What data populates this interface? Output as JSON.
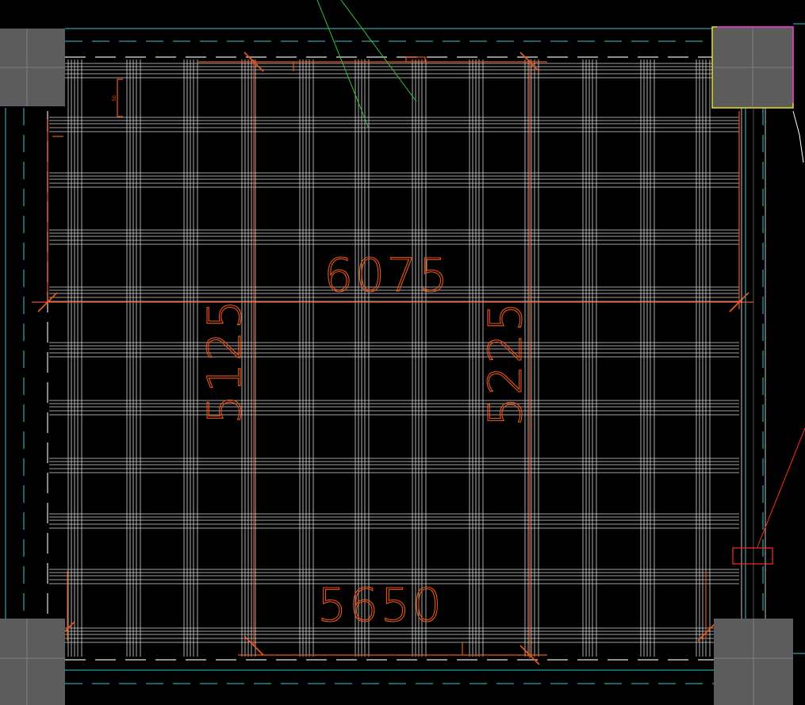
{
  "drawing": {
    "dimensions": {
      "top_width": "6075",
      "bottom_width": "5650",
      "left_height": "5125",
      "right_height": "5225",
      "small_tag": "50"
    },
    "colors": {
      "background": "#000000",
      "rebar": "#d8d8d8",
      "dimension": "#e8561a",
      "axis": "#35c9d6",
      "column": "#5c5c5c",
      "leader_green": "#2ec43a",
      "selection_magenta": "#e020e0",
      "selection_yellow": "#e8e020",
      "marker_red": "#ff3020",
      "white_line": "#ffffff"
    },
    "icons": {
      "column": "square-column-icon",
      "dimension_tick": "slash-tick-icon"
    }
  }
}
